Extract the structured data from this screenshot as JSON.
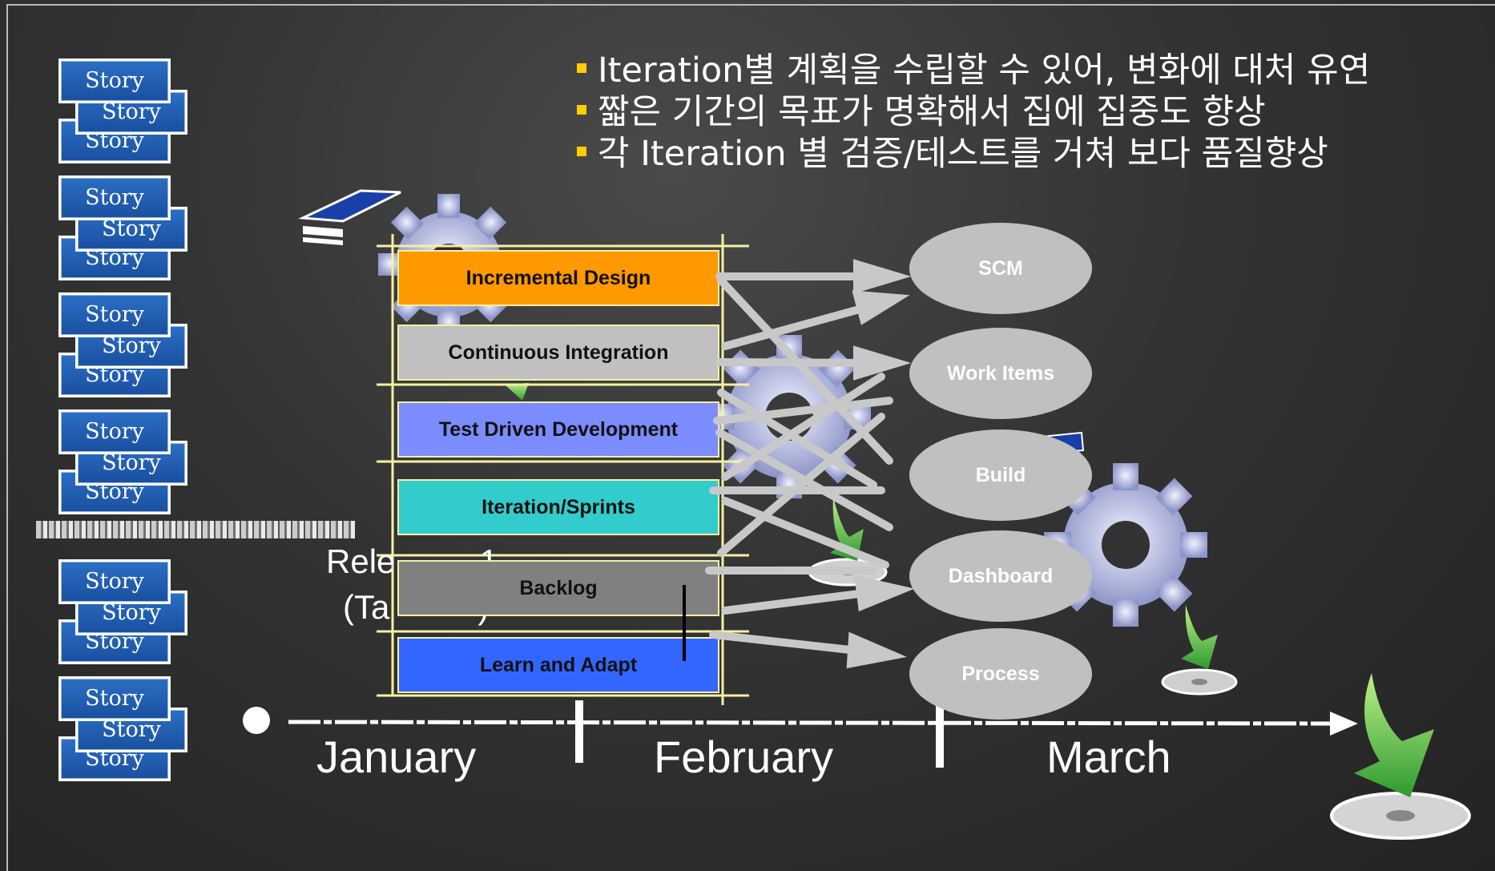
{
  "bullets": [
    "Iteration별 계획을 수립할 수 있어, 변화에 대처 유연",
    "짧은 기간의 목표가 명확해서 집에 집중도 향상",
    "각 Iteration 별 검증/테스트를 거쳐 보다 품질향상"
  ],
  "story_label": "Story",
  "practices": [
    {
      "label": "Incremental Design",
      "color": "#ff9900"
    },
    {
      "label": "Continuous Integration",
      "color": "#c0c0c0"
    },
    {
      "label": "Test Driven Development",
      "color": "#7b8cff"
    },
    {
      "label": "Iteration/Sprints",
      "color": "#33cccc"
    },
    {
      "label": "Backlog",
      "color": "#808080"
    },
    {
      "label": "Learn and Adapt",
      "color": "#3366ff"
    }
  ],
  "tools": [
    "SCM",
    "Work Items",
    "Build",
    "Dashboard",
    "Process"
  ],
  "release": {
    "line1": "Rele",
    "line1_tail": "1",
    "line2": "(Ta",
    "line2_tail": ")"
  },
  "months": [
    "January",
    "February",
    "March"
  ]
}
